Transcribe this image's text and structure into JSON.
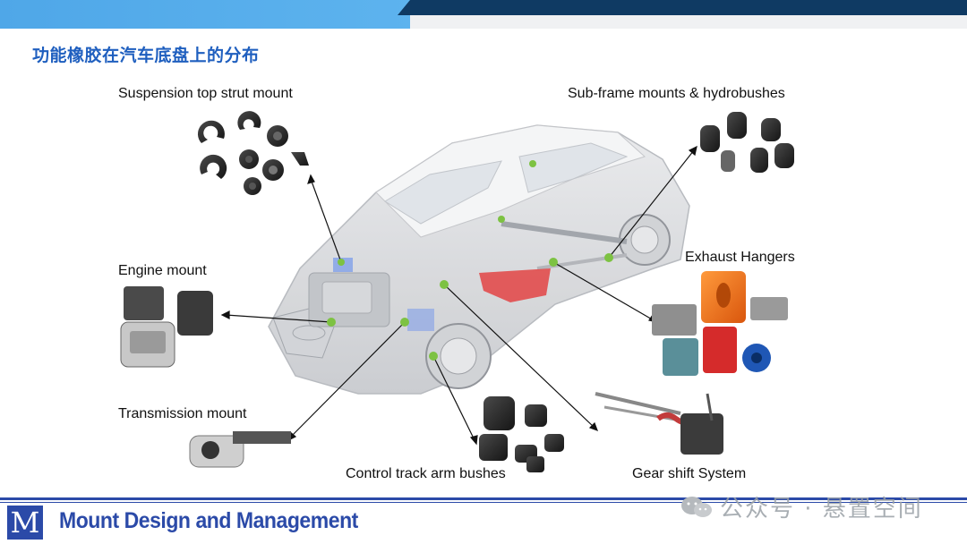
{
  "slide": {
    "title": "功能橡胶在汽车底盘上的分布"
  },
  "labels": {
    "suspension": "Suspension top strut mount",
    "subframe": "Sub-frame mounts & hydrobushes",
    "engine": "Engine mount",
    "exhaust": "Exhaust Hangers",
    "transmission": "Transmission mount",
    "control": "Control track arm bushes",
    "gearshift": "Gear shift System"
  },
  "footer": {
    "logo_letter": "M",
    "brand": "Mount Design and Management",
    "watermark": "公众号 · 悬置空间"
  },
  "colors": {
    "top_bar_light": "#4fa7e8",
    "top_bar_dark": "#0f3a63",
    "title": "#1f5fbf",
    "footer_brand": "#2b4aa8",
    "marker_green": "#7dc242"
  }
}
